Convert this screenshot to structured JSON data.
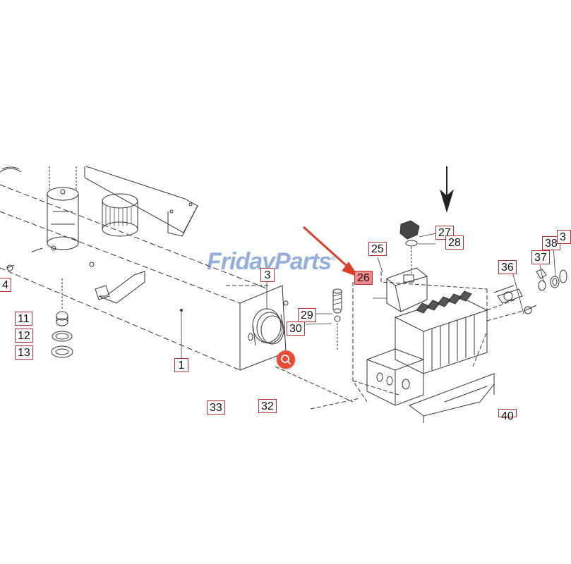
{
  "watermark": {
    "part1": "Friday",
    "part2": "Parts",
    "mark": "®"
  },
  "callouts": {
    "c1": "1",
    "c3": "3",
    "c4": "4",
    "c11": "11",
    "c12": "12",
    "c13": "13",
    "c25": "25",
    "c26": "26",
    "c27": "27",
    "c28": "28",
    "c29": "29",
    "c30": "30",
    "c32": "32",
    "c33": "33",
    "c36": "36",
    "c37": "37",
    "c38": "38",
    "c39": "3",
    "c40": "40"
  },
  "colors": {
    "callout_border": "#b83232",
    "highlight": "#f08a8a",
    "pointer_arrow": "#d9402a",
    "zoom_button": "#ea4b37"
  },
  "icons": {
    "zoom": "magnifier-icon",
    "arrow": "down-arrow-icon"
  }
}
